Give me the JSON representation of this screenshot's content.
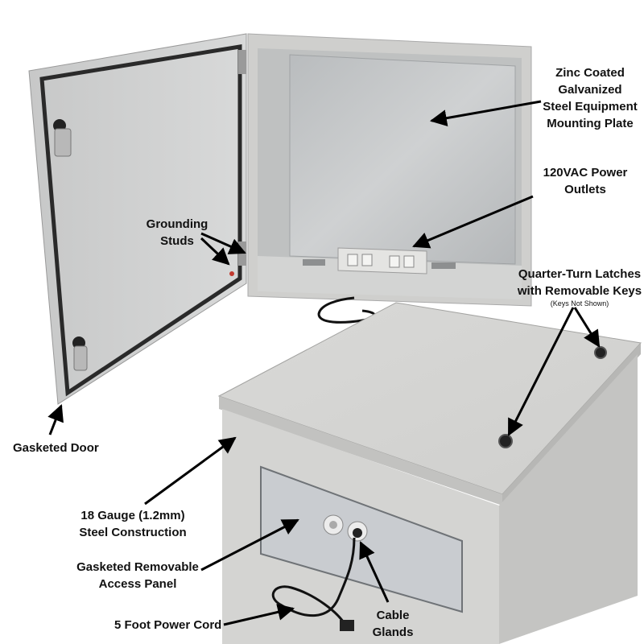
{
  "colors": {
    "enclosure": "#d6d6d4",
    "enclosure_shadow": "#b9b9b7",
    "interior": "#c2c4c4",
    "gasket": "#2a2a2a",
    "access_panel": "#c9ccd0",
    "cord": "#111111",
    "label_text": "#111111"
  },
  "labels": {
    "mounting_plate": [
      "Zinc Coated",
      "Galvanized",
      "Steel Equipment",
      "Mounting Plate"
    ],
    "power_outlets": [
      "120VAC Power",
      "Outlets"
    ],
    "grounding_studs": [
      "Grounding",
      "Studs"
    ],
    "latches": [
      "Quarter-Turn Latches",
      "with Removable Keys"
    ],
    "latches_note": "(Keys Not Shown)",
    "gasketed_door": "Gasketed Door",
    "steel_construction": [
      "18 Gauge (1.2mm)",
      "Steel Construction"
    ],
    "access_panel": [
      "Gasketed Removable",
      "Access Panel"
    ],
    "power_cord": "5 Foot Power Cord",
    "cable_glands": [
      "Cable",
      "Glands"
    ]
  },
  "icons": {
    "label_pointer": "arrow-icon",
    "latch": "quarter-turn-latch-icon",
    "gland": "cable-gland-icon"
  }
}
